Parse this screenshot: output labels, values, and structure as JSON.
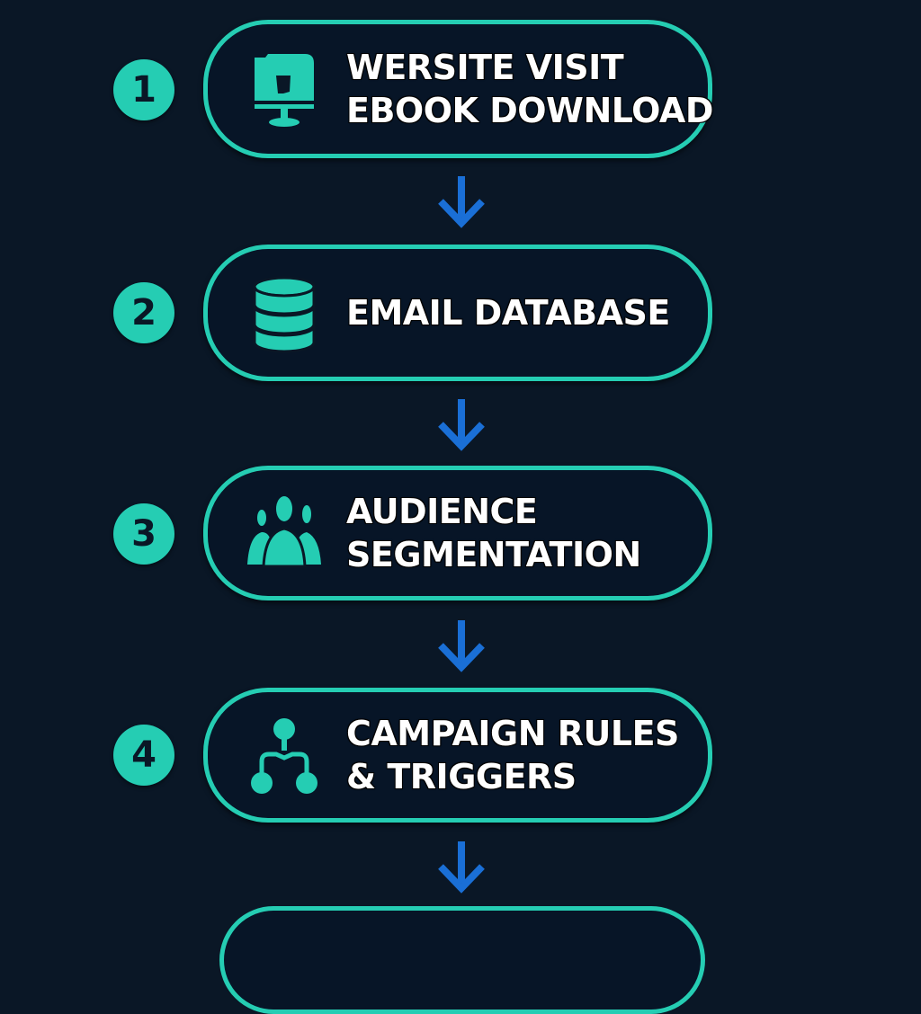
{
  "colors": {
    "background": "#0a1726",
    "accent_teal": "#25cdb3",
    "arrow_blue": "#1a6fd6",
    "text": "#ffffff"
  },
  "steps": [
    {
      "number": "1",
      "icon": "computer-monitor-download-icon",
      "lines": [
        "WERSITE VISIT",
        "EBOOK DOWNLOAD"
      ]
    },
    {
      "number": "2",
      "icon": "database-icon",
      "lines": [
        "EMAIL DATABASE"
      ]
    },
    {
      "number": "3",
      "icon": "audience-group-icon",
      "lines": [
        "AUDIENCE",
        "SEGMENTATION"
      ]
    },
    {
      "number": "4",
      "icon": "branching-flow-icon",
      "lines": [
        "CAMPAIGN RULES",
        "& TRIGGERS"
      ]
    }
  ],
  "arrows": [
    {
      "icon": "arrow-down-icon"
    },
    {
      "icon": "arrow-down-icon"
    },
    {
      "icon": "arrow-down-icon"
    },
    {
      "icon": "arrow-down-icon"
    }
  ]
}
